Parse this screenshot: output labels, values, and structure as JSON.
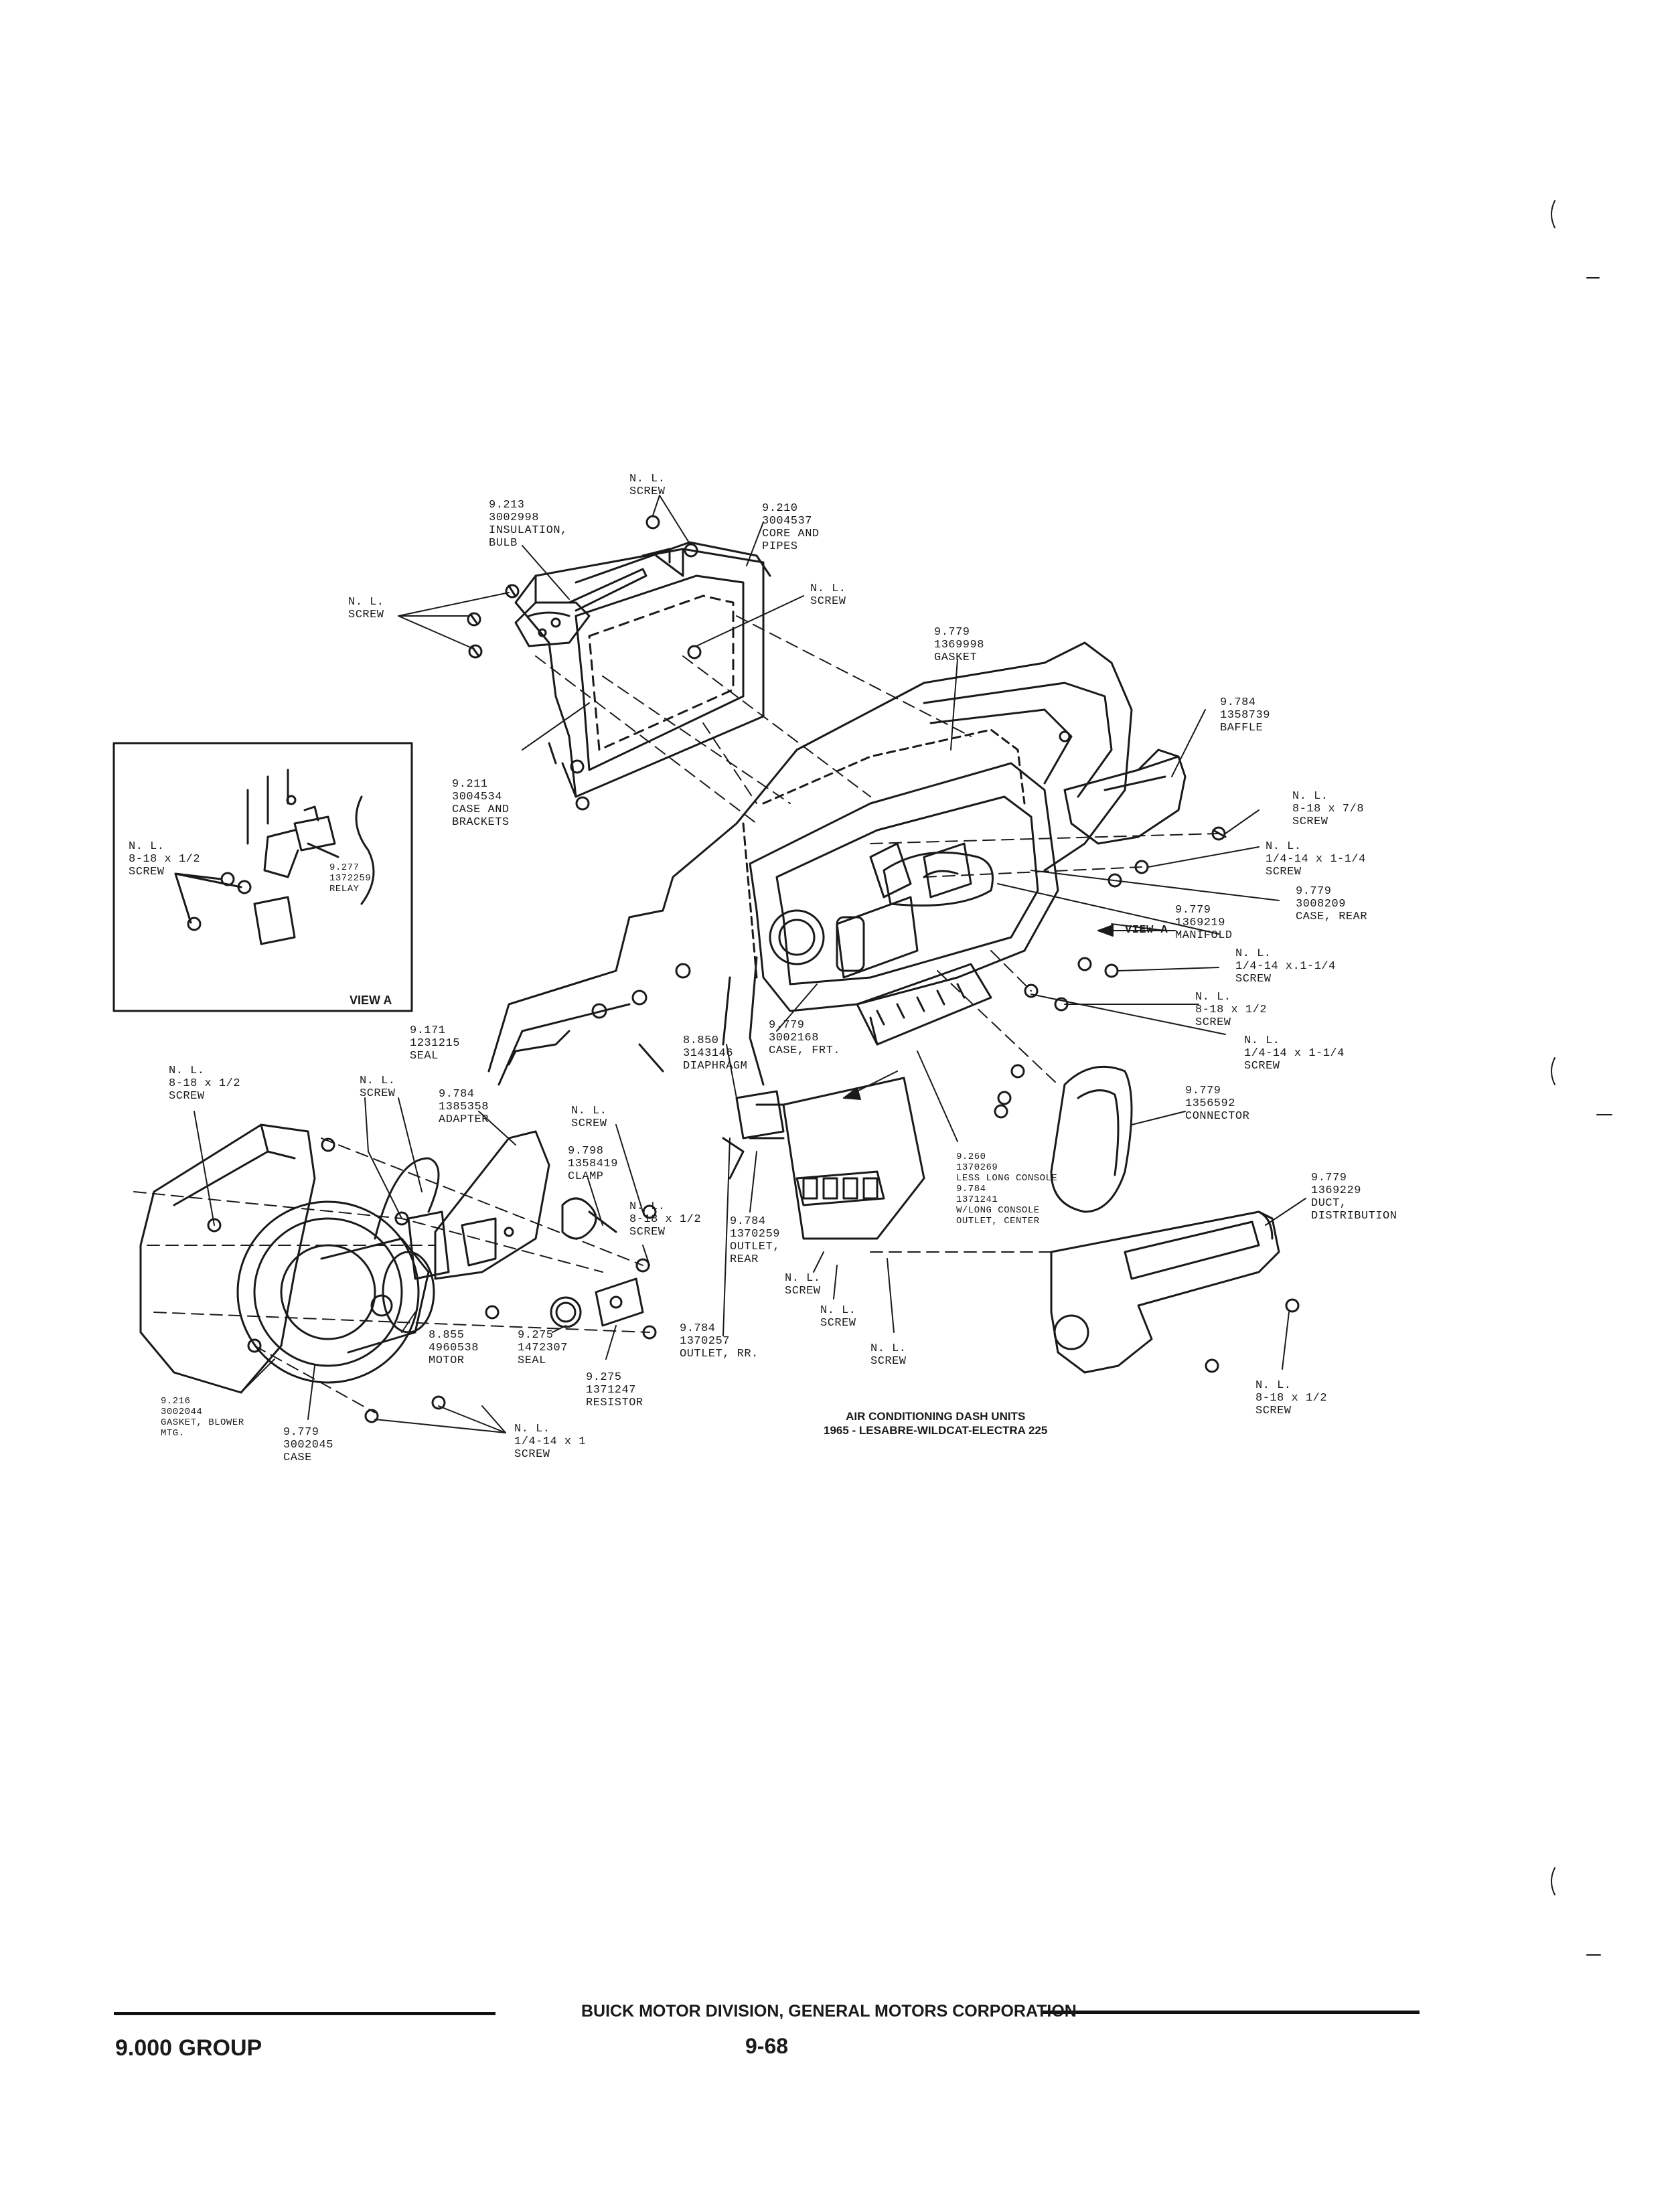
{
  "callouts": {
    "nl_screw_top": [
      "N. L.",
      "SCREW"
    ],
    "c9213": [
      "9.213",
      "3002998",
      "INSULATION,",
      "BULB"
    ],
    "c9210": [
      "9.210",
      "3004537",
      "CORE AND",
      "PIPES"
    ],
    "nl_screw_left": [
      "N. L.",
      "SCREW"
    ],
    "nl_screw_mid": [
      "N. L.",
      "SCREW"
    ],
    "c9779_gasket": [
      "9.779",
      "1369998",
      "GASKET"
    ],
    "c9784_baffle": [
      "9.784",
      "1358739",
      "BAFFLE"
    ],
    "c9211": [
      "9.211",
      "3004534",
      "CASE AND",
      "BRACKETS"
    ],
    "nl_8_18_7_8": [
      "N. L.",
      "8-18 x 7/8",
      "SCREW"
    ],
    "nl_1_4_14_1": [
      "N. L.",
      "1/4-14 x 1-1/4",
      "SCREW"
    ],
    "c9779_rear": [
      "9.779",
      "3008209",
      "CASE, REAR"
    ],
    "c9779_manifold": [
      "9.779",
      "1369219",
      "MANIFOLD"
    ],
    "view_a_arrow": "VIEW A",
    "nl_1_4_14_2": [
      "N. L.",
      "1/4-14 x.1-1/4",
      "SCREW"
    ],
    "nl_8_18_1_2_right": [
      "N. L.",
      "8-18 x 1/2",
      "SCREW"
    ],
    "nl_1_4_14_3": [
      "N. L.",
      "1/4-14 x 1-1/4",
      "SCREW"
    ],
    "c9779_frt": [
      "9.779",
      "3002168",
      "CASE, FRT."
    ],
    "c8850": [
      "8.850",
      "3143146",
      "DIAPHRAGM"
    ],
    "c9171": [
      "9.171",
      "1231215",
      "SEAL"
    ],
    "inset_nl": [
      "N. L.",
      "8-18 x 1/2",
      "SCREW"
    ],
    "inset_relay": [
      "9.277",
      "1372259",
      "RELAY"
    ],
    "inset_view": "VIEW A",
    "nl_8_18_1_2_left": [
      "N. L.",
      "8-18 x 1/2",
      "SCREW"
    ],
    "nl_screw_seal": [
      "N. L.",
      "SCREW"
    ],
    "c9784_adapter": [
      "9.784",
      "1385358",
      "ADAPTER"
    ],
    "nl_screw_clamp": [
      "N. L.",
      "SCREW"
    ],
    "c9798": [
      "9.798",
      "1358419",
      "CLAMP"
    ],
    "c9779_connector": [
      "9.779",
      "1356592",
      "CONNECTOR"
    ],
    "c9260": [
      "9.260",
      "1370269",
      "LESS LONG CONSOLE",
      "9.784",
      "1371241",
      "W/LONG CONSOLE",
      "OUTLET, CENTER"
    ],
    "c9779_duct": [
      "9.779",
      "1369229",
      "DUCT,",
      "DISTRIBUTION"
    ],
    "nl_8_18_1_2_center": [
      "N. L.",
      "8-18 x 1/2",
      "SCREW"
    ],
    "c9784_outlet_rear": [
      "9.784",
      "1370259",
      "OUTLET,",
      "REAR"
    ],
    "nl_screw_c1": [
      "N. L.",
      "SCREW"
    ],
    "nl_screw_c2": [
      "N. L.",
      "SCREW"
    ],
    "nl_screw_c3": [
      "N. L.",
      "SCREW"
    ],
    "c8855": [
      "8.855",
      "4960538",
      "MOTOR"
    ],
    "c9275_seal": [
      "9.275",
      "1472307",
      "SEAL"
    ],
    "c9275_resistor": [
      "9.275",
      "1371247",
      "RESISTOR"
    ],
    "c9784_outlet_rr": [
      "9.784",
      "1370257",
      "OUTLET, RR."
    ],
    "nl_8_18_1_2_duct": [
      "N. L.",
      "8-18 x 1/2",
      "SCREW"
    ],
    "c9216": [
      "9.216",
      "3002044",
      "GASKET, BLOWER",
      "MTG."
    ],
    "c9779_case": [
      "9.779",
      "3002045",
      "CASE"
    ],
    "nl_1_4_14_1_bottom": [
      "N. L.",
      "1/4-14 x 1",
      "SCREW"
    ]
  },
  "caption": {
    "line1": "AIR CONDITIONING DASH UNITS",
    "line2": "1965 - LESABRE-WILDCAT-ELECTRA 225"
  },
  "footer": {
    "group": "9.000 GROUP",
    "division": "BUICK MOTOR DIVISION, GENERAL MOTORS CORPORATION",
    "page": "9-68"
  }
}
